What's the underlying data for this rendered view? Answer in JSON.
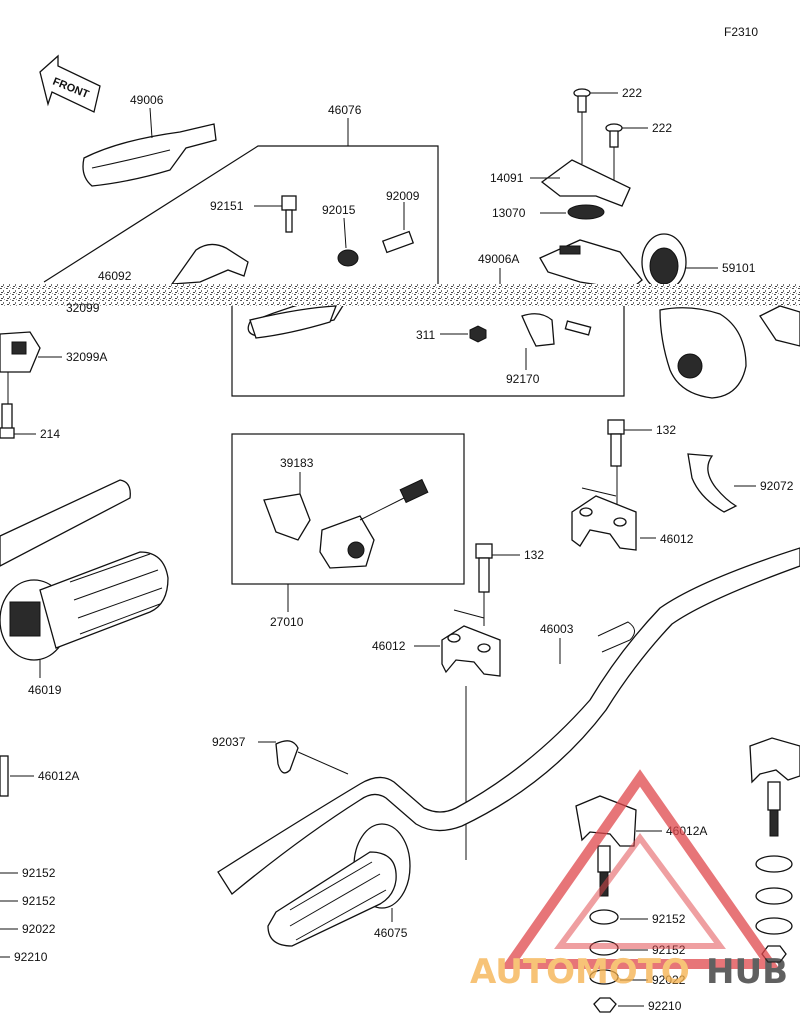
{
  "figure_code": "F2310",
  "front_label": "FRONT",
  "watermark": {
    "brand_left": "AUTOMOTO",
    "brand_right": "HUB",
    "color_orange": "#f5b04a",
    "color_red": "#e0474c",
    "color_dark": "#2b2b2b"
  },
  "parts": {
    "p49006": "49006",
    "p46076": "46076",
    "p92151": "92151",
    "p92015": "92015",
    "p92009": "92009",
    "p46092": "46092",
    "p32099_partial": "32099",
    "p32099A": "32099A",
    "p214": "214",
    "p222a": "222",
    "p222b": "222",
    "p14091": "14091",
    "p13070": "13070",
    "p49006A": "49006A",
    "p59101": "59101",
    "p311": "311",
    "p92170": "92170",
    "p132a": "132",
    "p92072": "92072",
    "p46012a": "46012",
    "p39183": "39183",
    "p27010": "27010",
    "p132b": "132",
    "p46012b": "46012",
    "p46003": "46003",
    "p46019": "46019",
    "p92037": "92037",
    "p46012A_left": "46012A",
    "p46012A_right": "46012A",
    "p92152_l1": "92152",
    "p92152_l2": "92152",
    "p92022_l": "92022",
    "p92210_l": "92210",
    "p46075": "46075",
    "p92152_r1": "92152",
    "p92152_r2": "92152",
    "p92022_r": "92022",
    "p92210_r": "92210"
  }
}
